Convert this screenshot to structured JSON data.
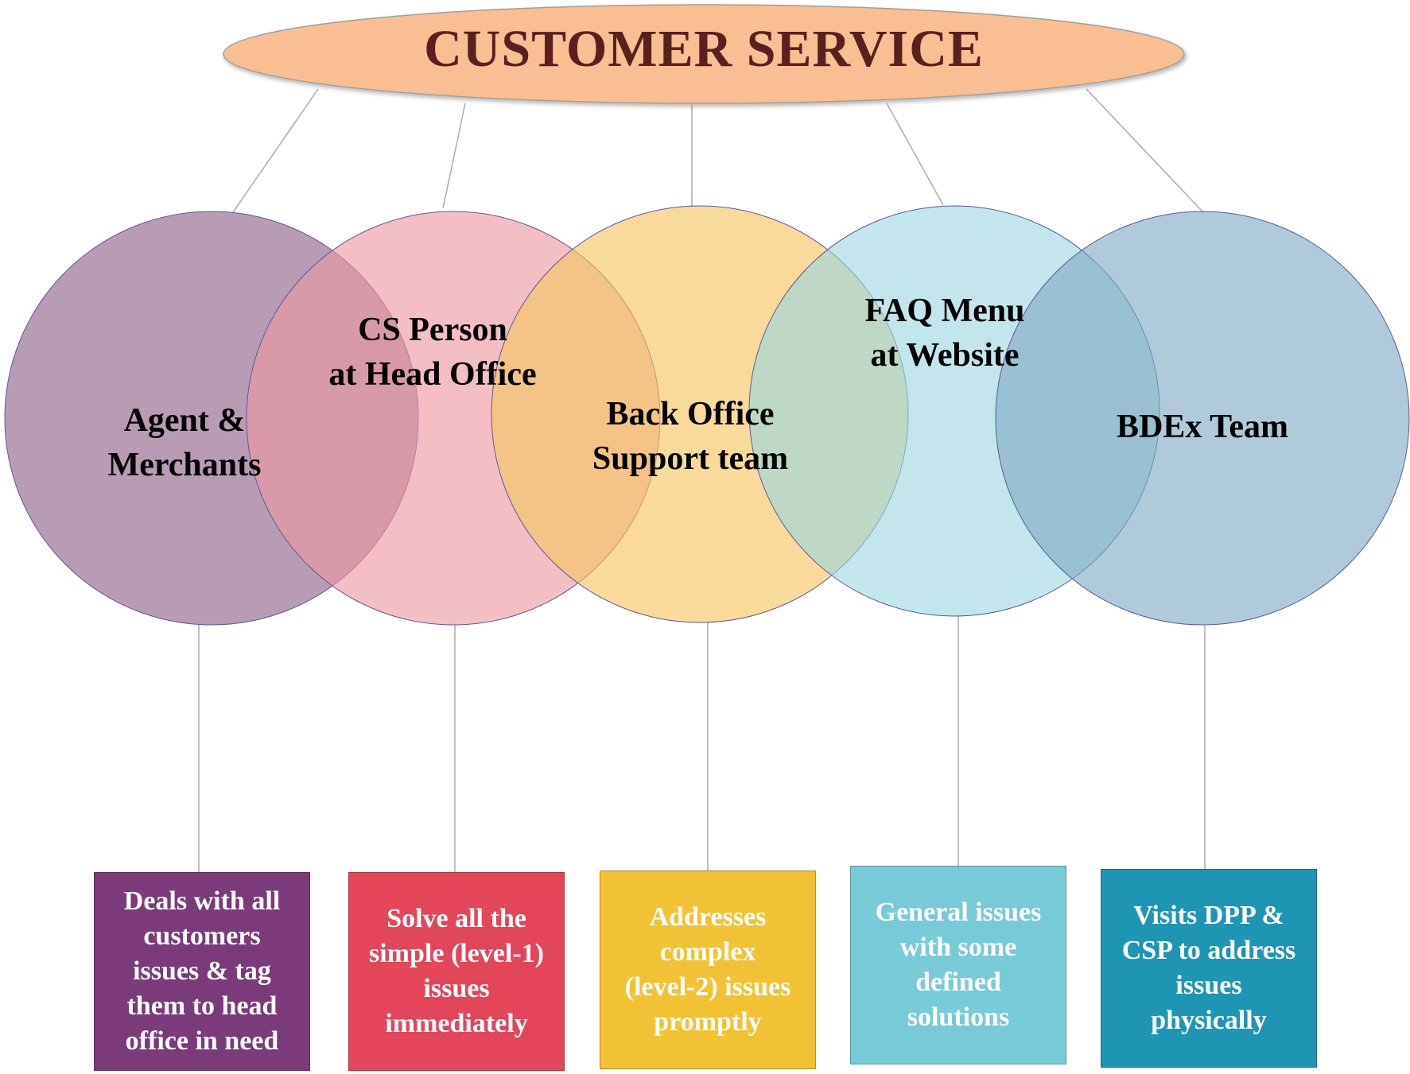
{
  "title": "CUSTOMER SERVICE",
  "colors": {
    "title_fill": "#f9bf92",
    "title_text": "#5a1f1f",
    "connector": "#b0b0b0"
  },
  "nodes": [
    {
      "label": [
        "Agent &",
        "Merchants"
      ],
      "circle_color": "#8a5f86",
      "box_color": "#7a3b78",
      "box_lines": [
        "Deals with all",
        "customers",
        "issues & tag",
        "them to head",
        "office in need"
      ]
    },
    {
      "label": [
        "CS Person",
        "at Head Office"
      ],
      "circle_color": "#ec98a1",
      "box_color": "#e34658",
      "box_lines": [
        "Solve all the",
        "simple (level-1)",
        "issues",
        "immediately"
      ]
    },
    {
      "label": [
        "Back Office",
        "Support team"
      ],
      "circle_color": "#f4c55e",
      "box_color": "#f3c134",
      "box_lines": [
        "Addresses",
        "complex",
        "(level-2) issues",
        "promptly"
      ]
    },
    {
      "label": [
        "FAQ Menu",
        "at Website"
      ],
      "circle_color": "#9dd6df",
      "box_color": "#77cbd6",
      "box_lines": [
        "General issues",
        "with some",
        "defined",
        "solutions"
      ]
    },
    {
      "label": [
        "BDEx Team"
      ],
      "circle_color": "#7fa9c2",
      "box_color": "#1f95b5",
      "box_lines": [
        "Visits DPP &",
        "CSP to address",
        "issues",
        "physically"
      ]
    }
  ]
}
